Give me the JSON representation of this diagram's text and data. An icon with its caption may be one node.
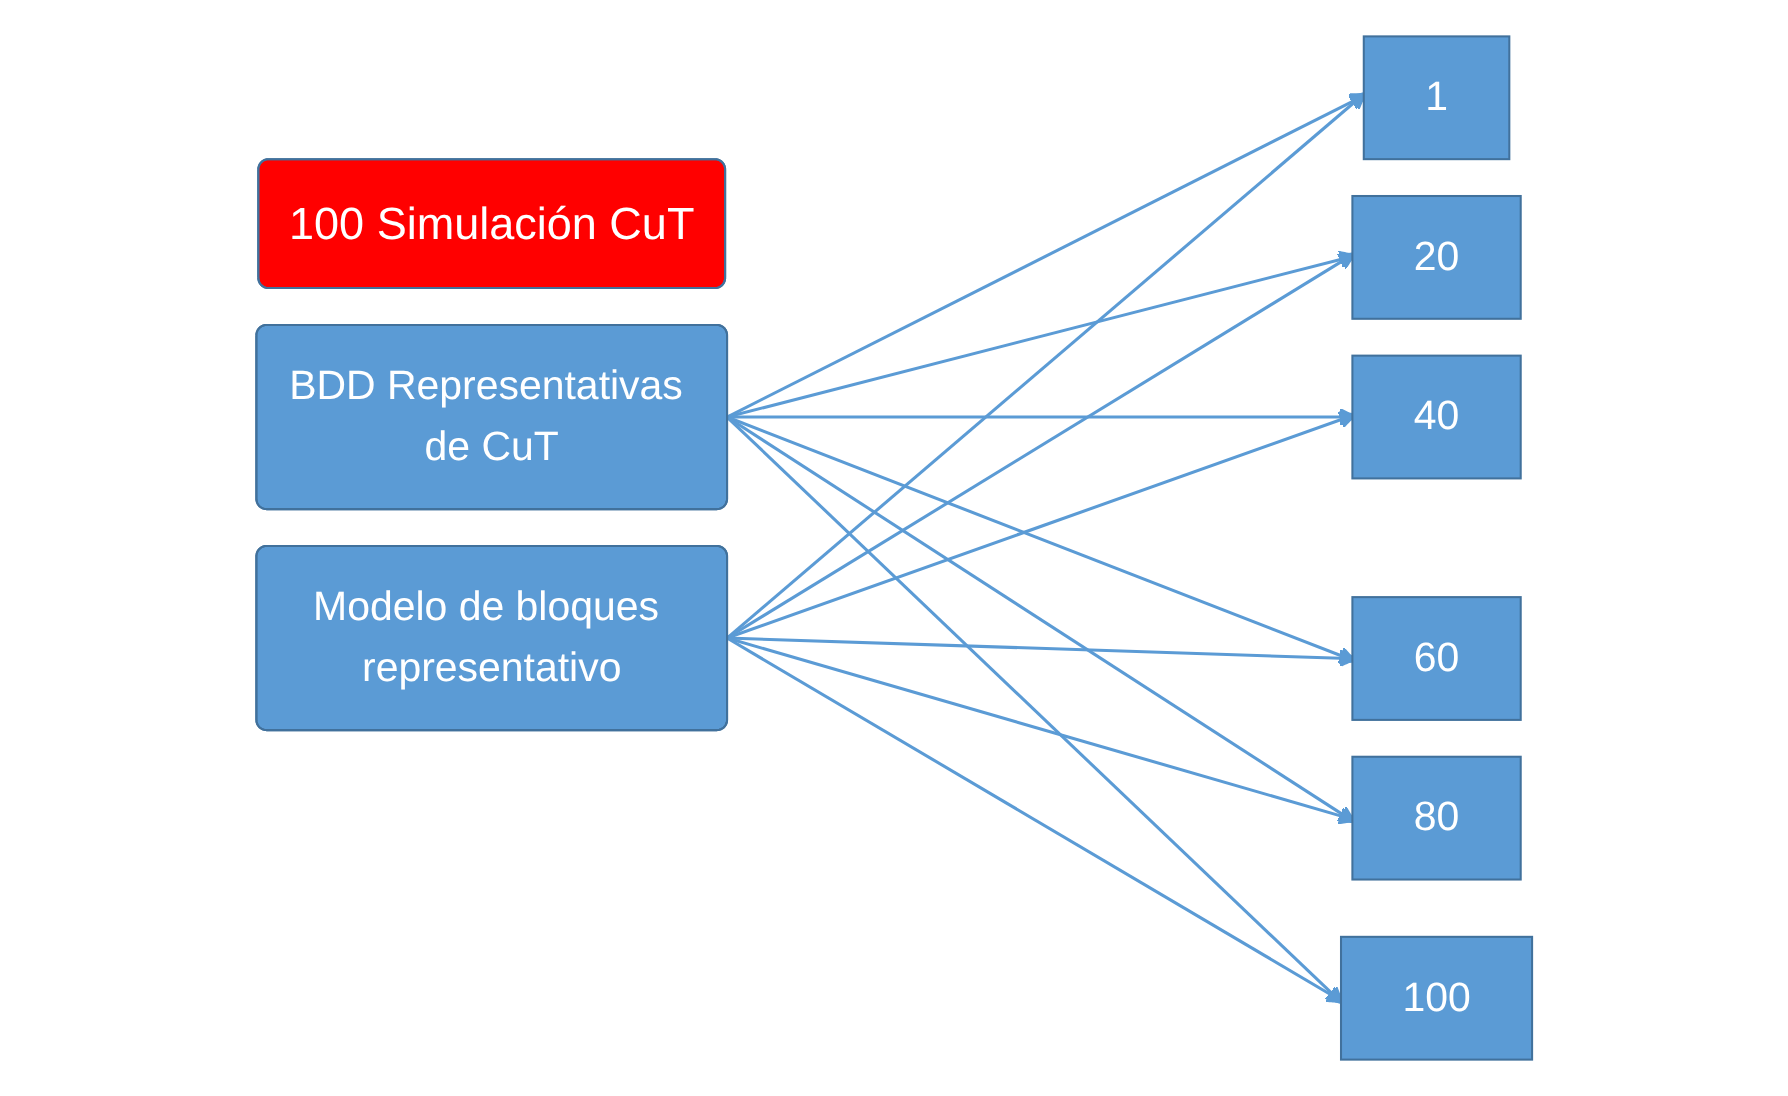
{
  "diagram": {
    "nodes": [
      {
        "text": [
          "100 Simulación CuT"
        ]
      },
      {
        "text": [
          "BDD Representativas de CuT"
        ]
      },
      {
        "text": [
          "Modelo de bloques representativo"
        ]
      },
      {
        "text": [
          "1"
        ]
      },
      {
        "text": [
          "20"
        ]
      },
      {
        "text": [
          "40"
        ]
      },
      {
        "text": [
          "60"
        ]
      },
      {
        "text": [
          "80"
        ]
      },
      {
        "text": [
          "100"
        ]
      }
    ],
    "edges": [
      {
        "from": 1,
        "to": 3,
        "arrow": "to"
      },
      {
        "from": 1,
        "to": 4,
        "arrow": "to"
      },
      {
        "from": 1,
        "to": 5,
        "arrow": "to"
      },
      {
        "from": 1,
        "to": 6,
        "arrow": "to"
      },
      {
        "from": 1,
        "to": 7,
        "arrow": "to"
      },
      {
        "from": 1,
        "to": 8,
        "arrow": "to"
      },
      {
        "from": 2,
        "to": 3,
        "arrow": "to"
      },
      {
        "from": 2,
        "to": 4,
        "arrow": "to"
      },
      {
        "from": 2,
        "to": 5,
        "arrow": "to"
      },
      {
        "from": 2,
        "to": 6,
        "arrow": "to"
      },
      {
        "from": 2,
        "to": 7,
        "arrow": "to"
      },
      {
        "from": 2,
        "to": 8,
        "arrow": "to"
      }
    ]
  }
}
